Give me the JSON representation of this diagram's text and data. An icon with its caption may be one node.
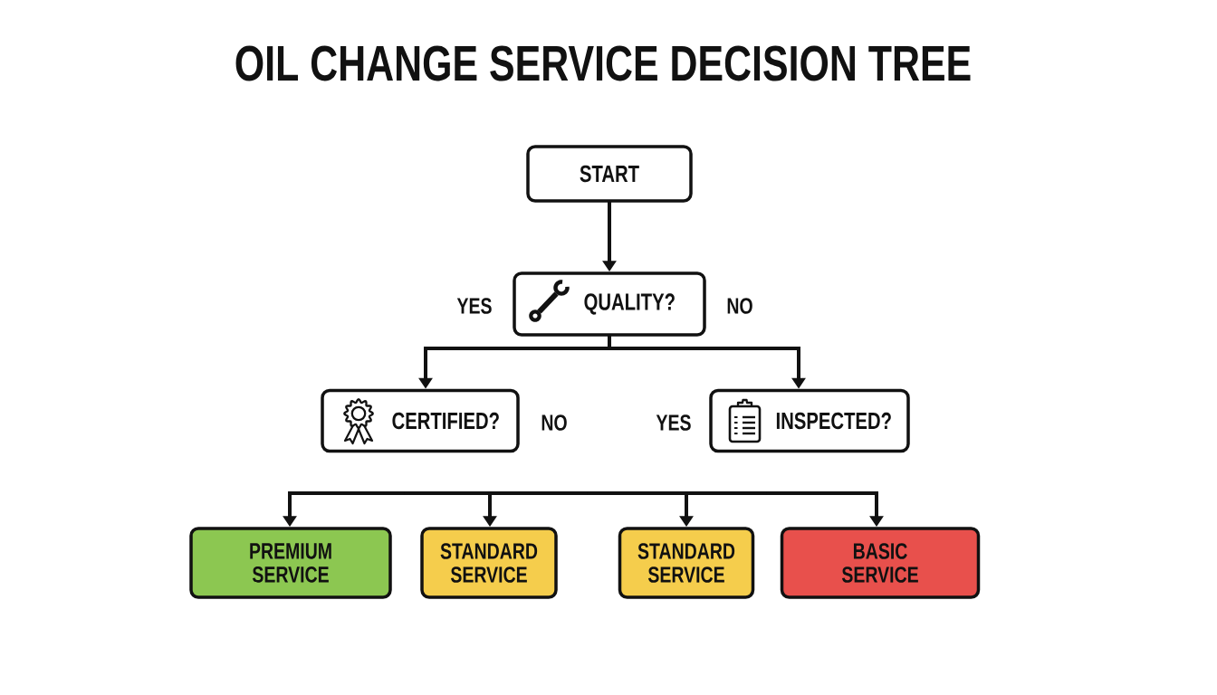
{
  "diagram": {
    "title": "OIL CHANGE SERVICE DECISION TREE",
    "nodes": [
      {
        "text": [
          "START"
        ]
      },
      {
        "text": [
          "QUALITY?"
        ],
        "beside": [
          "YES",
          "NO"
        ]
      },
      {
        "text": [
          "CERTIFIED?"
        ],
        "beside": [
          "NO"
        ]
      },
      {
        "text": [
          "INSPECTED?"
        ],
        "beside": [
          "YES"
        ]
      },
      {
        "text": [
          "PREMIUM SERVICE"
        ]
      },
      {
        "text": [
          "STANDARD SERVICE"
        ]
      },
      {
        "text": [
          "STANDARD SERVICE"
        ]
      },
      {
        "text": [
          "BASIC SERVICE"
        ]
      }
    ],
    "edges": [
      {
        "from": 0,
        "to": 1,
        "arrow": "to"
      },
      {
        "from": 1,
        "to": 2,
        "arrow": "to"
      },
      {
        "from": 1,
        "to": 3,
        "arrow": "to"
      },
      {
        "from": null,
        "to": 4,
        "arrow": "to"
      },
      {
        "from": null,
        "to": 5,
        "arrow": "to"
      },
      {
        "from": null,
        "to": 6,
        "arrow": "to"
      },
      {
        "from": null,
        "to": 7,
        "arrow": "to"
      }
    ]
  }
}
